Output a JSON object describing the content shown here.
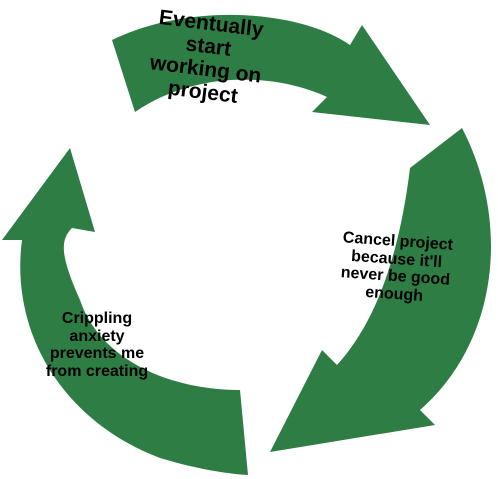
{
  "diagram": {
    "arrow_color": "#2e7d44",
    "background": "#ffffff",
    "steps": [
      {
        "id": "step-start-working",
        "lines": [
          "Eventually",
          "start",
          "working on",
          "project"
        ]
      },
      {
        "id": "step-cancel-project",
        "lines": [
          "Cancel project",
          "because it'll",
          "never be good",
          "enough"
        ]
      },
      {
        "id": "step-crippling-anxiety",
        "lines": [
          "Crippling",
          "anxiety",
          "prevents me",
          "from creating"
        ]
      }
    ]
  }
}
